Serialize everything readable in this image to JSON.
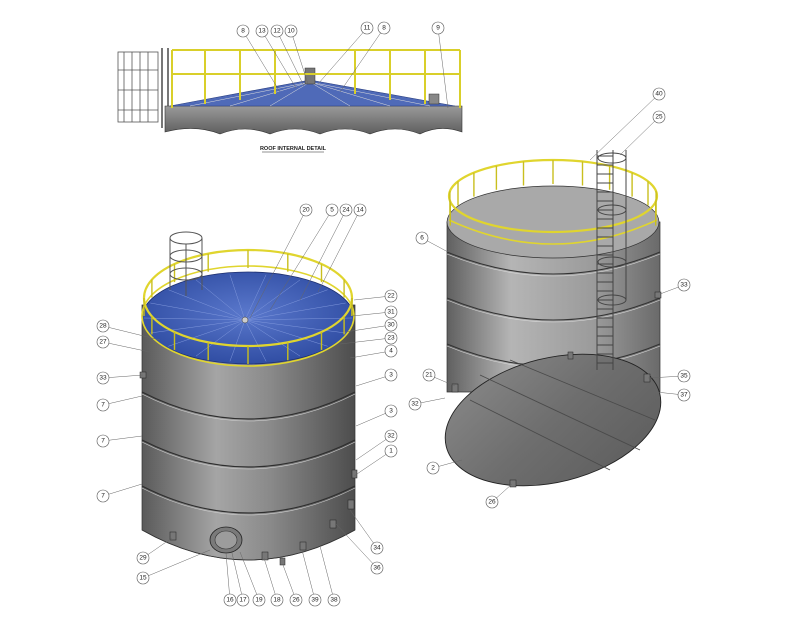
{
  "detail_title": "ROOF INTERNAL DETAIL",
  "colors": {
    "steel_light": "#c9c9c9",
    "steel_mid": "#8f8f8f",
    "steel_dark": "#4a4a4a",
    "railing": "#e9df3a",
    "railing_edge": "#a59b12",
    "roof_blue": "#3f5fb8",
    "roof_blue_dark": "#2a4490"
  },
  "callouts_detail": [
    {
      "id": "c8a",
      "label": "8"
    },
    {
      "id": "c13",
      "label": "13"
    },
    {
      "id": "c12",
      "label": "12"
    },
    {
      "id": "c10",
      "label": "10"
    },
    {
      "id": "c11",
      "label": "11"
    },
    {
      "id": "c8b",
      "label": "8"
    },
    {
      "id": "c9",
      "label": "9"
    }
  ],
  "callouts_left": [
    {
      "id": "c20",
      "label": "20"
    },
    {
      "id": "c5",
      "label": "5"
    },
    {
      "id": "c24",
      "label": "24"
    },
    {
      "id": "c14",
      "label": "14"
    },
    {
      "id": "c22",
      "label": "22"
    },
    {
      "id": "c31",
      "label": "31"
    },
    {
      "id": "c30",
      "label": "30"
    },
    {
      "id": "c23",
      "label": "23"
    },
    {
      "id": "c4",
      "label": "4"
    },
    {
      "id": "c3a",
      "label": "3"
    },
    {
      "id": "c3b",
      "label": "3"
    },
    {
      "id": "c32a",
      "label": "32"
    },
    {
      "id": "c1",
      "label": "1"
    },
    {
      "id": "c34",
      "label": "34"
    },
    {
      "id": "c36",
      "label": "36"
    },
    {
      "id": "c28",
      "label": "28"
    },
    {
      "id": "c27",
      "label": "27"
    },
    {
      "id": "c33a",
      "label": "33"
    },
    {
      "id": "c7a",
      "label": "7"
    },
    {
      "id": "c7b",
      "label": "7"
    },
    {
      "id": "c7c",
      "label": "7"
    },
    {
      "id": "c29",
      "label": "29"
    },
    {
      "id": "c15",
      "label": "15"
    },
    {
      "id": "c16",
      "label": "16"
    },
    {
      "id": "c17",
      "label": "17"
    },
    {
      "id": "c19",
      "label": "19"
    },
    {
      "id": "c18",
      "label": "18"
    },
    {
      "id": "c26a",
      "label": "26"
    },
    {
      "id": "c39",
      "label": "39"
    },
    {
      "id": "c38",
      "label": "38"
    }
  ],
  "callouts_right": [
    {
      "id": "c40",
      "label": "40"
    },
    {
      "id": "c25",
      "label": "25"
    },
    {
      "id": "c6",
      "label": "6"
    },
    {
      "id": "c33b",
      "label": "33"
    },
    {
      "id": "c35",
      "label": "35"
    },
    {
      "id": "c37",
      "label": "37"
    },
    {
      "id": "c21",
      "label": "21"
    },
    {
      "id": "c32b",
      "label": "32"
    },
    {
      "id": "c2",
      "label": "2"
    },
    {
      "id": "c26b",
      "label": "26"
    }
  ]
}
